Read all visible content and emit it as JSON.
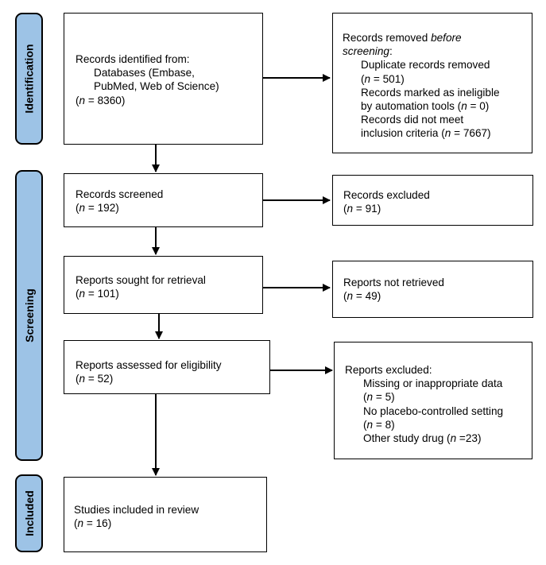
{
  "phases": {
    "identification": "Identification",
    "screening": "Screening",
    "included": "Included"
  },
  "identified": {
    "heading": "Records identified from:",
    "sources_1": "Databases (Embase,",
    "sources_2": "PubMed, Web of Science)",
    "n": " = 8360)"
  },
  "removed": {
    "heading_a": "Records removed ",
    "heading_b": "before",
    "heading_c": "screening",
    "heading_d": ":",
    "duplicates": "Duplicate records removed",
    "duplicates_n": " = 501)",
    "automation_1": "Records marked as ineligible",
    "automation_2": "by automation tools (",
    "automation_n": " = 0)",
    "criteria_1": "Records did not meet",
    "criteria_2": "inclusion criteria (",
    "criteria_n": " = 7667)"
  },
  "screened": {
    "label": "Records screened",
    "n": " = 192)"
  },
  "excluded": {
    "label": "Records excluded",
    "n": " = 91)"
  },
  "sought": {
    "label": "Reports sought for retrieval",
    "n": " = 101)"
  },
  "not_retrieved": {
    "label": "Reports not retrieved",
    "n": " = 49)"
  },
  "assessed": {
    "label": "Reports assessed for eligibility",
    "n": " = 52)"
  },
  "reports_excluded": {
    "heading": "Reports excluded:",
    "missing": "Missing or inappropriate data",
    "missing_n": " = 5)",
    "placebo": "No placebo-controlled setting",
    "placebo_n": " = 8)",
    "other": "Other study drug (",
    "other_n": " =23)"
  },
  "included_box": {
    "label": "Studies included in review",
    "n": " = 16)"
  },
  "n_symbol": "n",
  "open_paren": "("
}
